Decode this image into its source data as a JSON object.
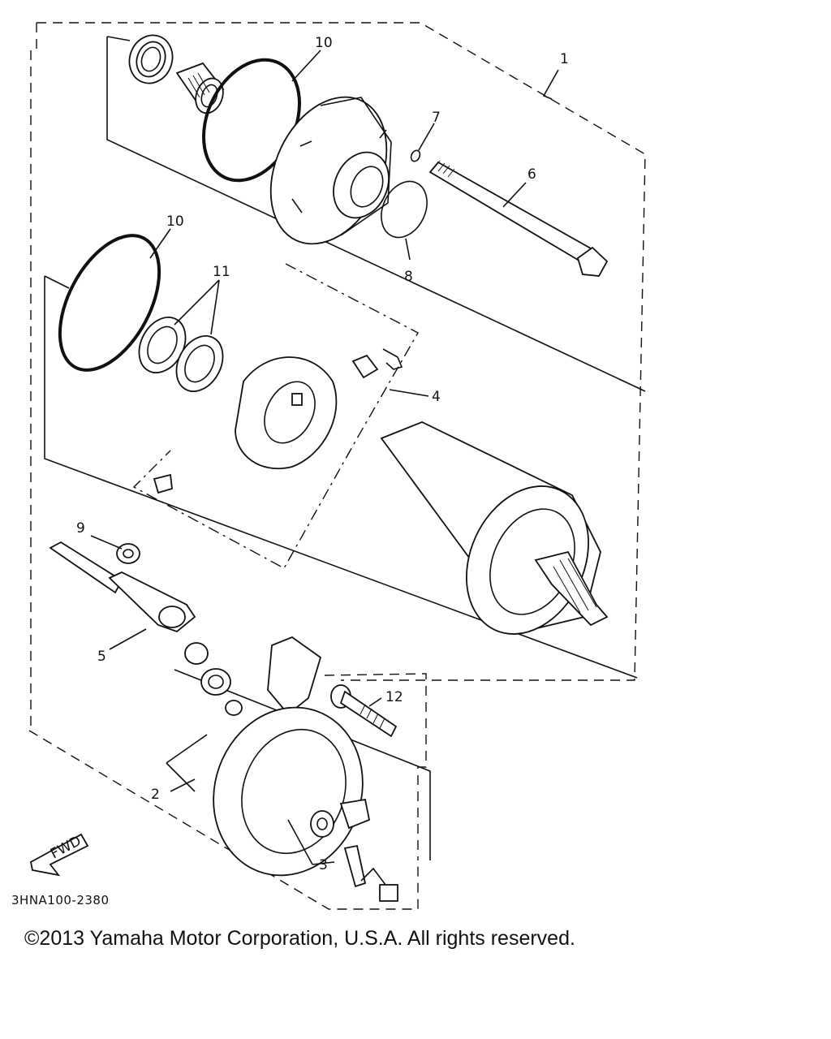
{
  "diagram": {
    "callouts": [
      {
        "id": "callout-1",
        "label": "1"
      },
      {
        "id": "callout-2",
        "label": "2"
      },
      {
        "id": "callout-3",
        "label": "3"
      },
      {
        "id": "callout-4",
        "label": "4"
      },
      {
        "id": "callout-5",
        "label": "5"
      },
      {
        "id": "callout-6",
        "label": "6"
      },
      {
        "id": "callout-7",
        "label": "7"
      },
      {
        "id": "callout-8",
        "label": "8"
      },
      {
        "id": "callout-9",
        "label": "9"
      },
      {
        "id": "callout-10a",
        "label": "10"
      },
      {
        "id": "callout-10b",
        "label": "10"
      },
      {
        "id": "callout-11",
        "label": "11"
      },
      {
        "id": "callout-12",
        "label": "12"
      }
    ],
    "fwd_label": "FWD",
    "ref_code": "3HNA100-2380"
  },
  "footer": {
    "copyright": "©2013 Yamaha Motor Corporation, U.S.A. All rights reserved."
  }
}
